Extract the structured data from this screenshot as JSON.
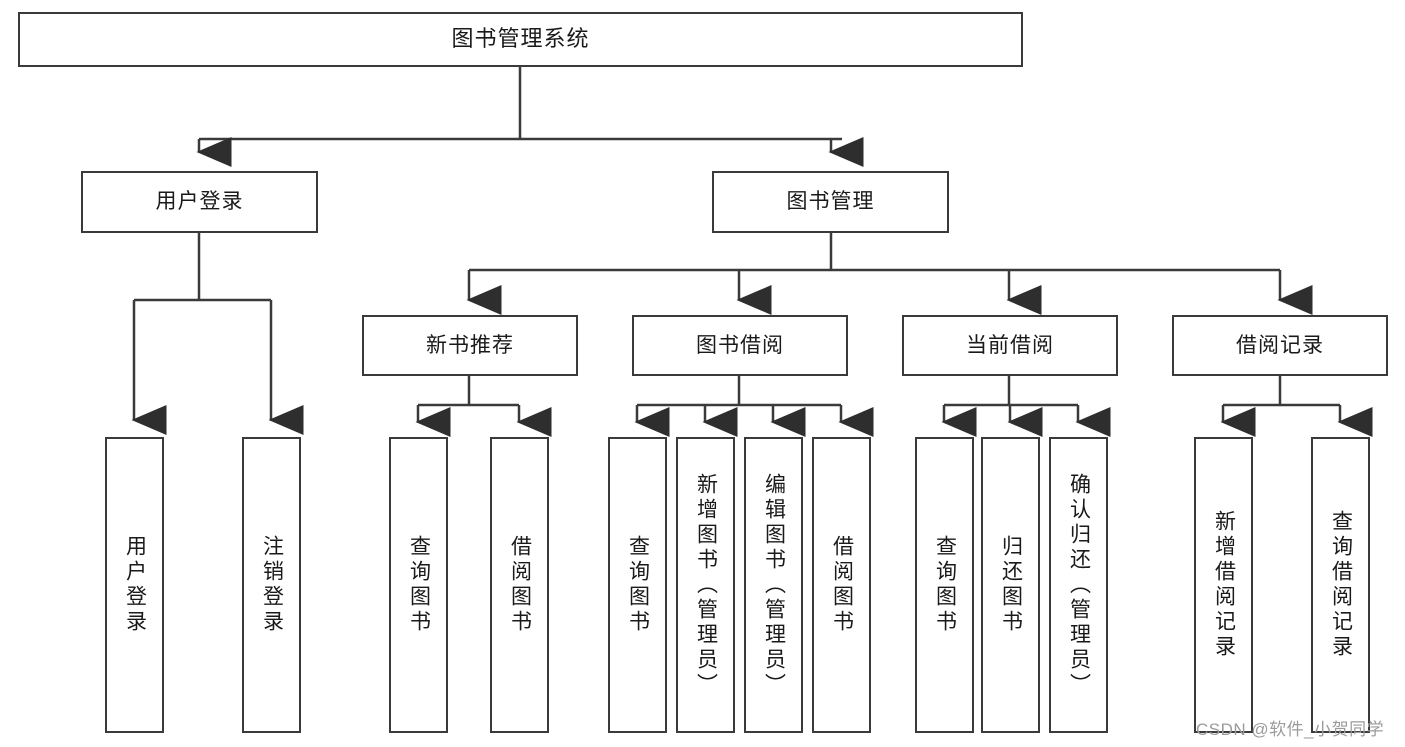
{
  "diagram": {
    "title": "图书管理系统",
    "type": "tree-hierarchy-diagram",
    "root": {
      "label": "图书管理系统"
    },
    "level2": [
      {
        "label": "用户登录"
      },
      {
        "label": "图书管理"
      }
    ],
    "level3": [
      {
        "label": "新书推荐"
      },
      {
        "label": "图书借阅"
      },
      {
        "label": "当前借阅"
      },
      {
        "label": "借阅记录"
      }
    ],
    "leaves": {
      "user_login": [
        {
          "label": "用户登录"
        },
        {
          "label": "注销登录"
        }
      ],
      "new_book_recommend": [
        {
          "label": "查询图书"
        },
        {
          "label": "借阅图书"
        }
      ],
      "book_borrow": [
        {
          "label": "查询图书"
        },
        {
          "label": "新增图书（管理员）"
        },
        {
          "label": "编辑图书（管理员）"
        },
        {
          "label": "借阅图书"
        }
      ],
      "current_borrow": [
        {
          "label": "查询图书"
        },
        {
          "label": "归还图书"
        },
        {
          "label": "确认归还（管理员）"
        }
      ],
      "borrow_record": [
        {
          "label": "新增借阅记录"
        },
        {
          "label": "查询借阅记录"
        }
      ]
    }
  },
  "watermark": {
    "text": "CSDN @软件_小贺同学"
  },
  "colors": {
    "stroke": "#3a3a3a",
    "background": "#ffffff",
    "text": "#1a1a1a",
    "watermark": "#9b9b9b"
  }
}
